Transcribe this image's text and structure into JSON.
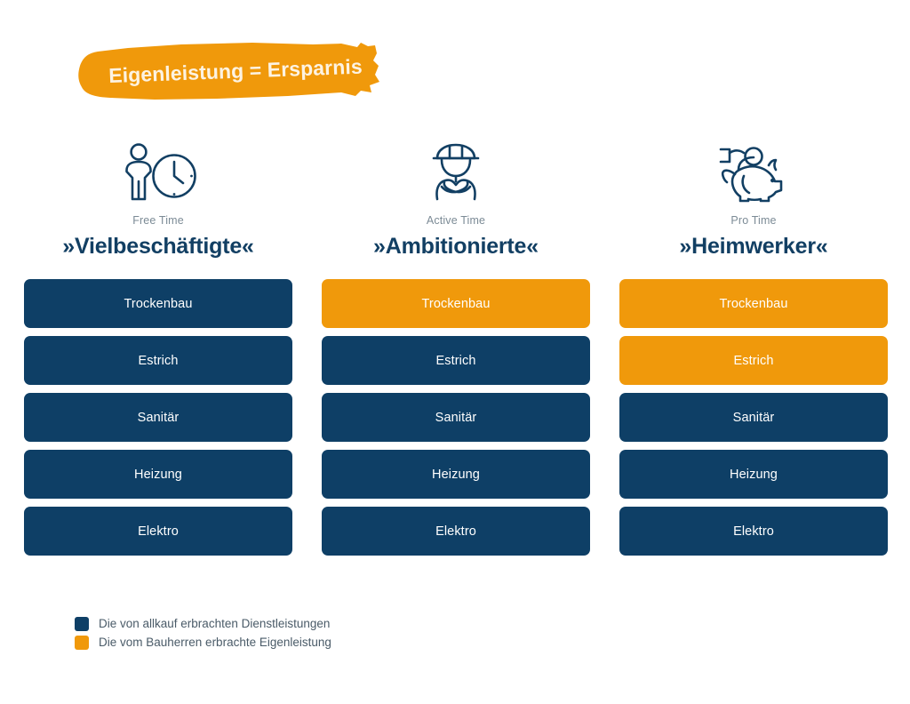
{
  "banner": {
    "text": "Eigenleistung = Ersparnis",
    "background_color": "#f0990b",
    "text_color": "#fdf3e2"
  },
  "colors": {
    "navy": "#0e3f66",
    "orange": "#f0990b",
    "kicker_gray": "#7c8b96",
    "legend_text": "#4a5b68",
    "page_background": "#ffffff"
  },
  "columns": [
    {
      "icon": "person-with-clock-icon",
      "kicker": "Free Time",
      "headline": "»Vielbeschäftigte«",
      "bars": [
        {
          "label": "Trockenbau",
          "type": "navy"
        },
        {
          "label": "Estrich",
          "type": "navy"
        },
        {
          "label": "Sanitär",
          "type": "navy"
        },
        {
          "label": "Heizung",
          "type": "navy"
        },
        {
          "label": "Elektro",
          "type": "navy"
        }
      ]
    },
    {
      "icon": "worker-hardhat-crossed-arms-icon",
      "kicker": "Active Time",
      "headline": "»Ambitionierte«",
      "bars": [
        {
          "label": "Trockenbau",
          "type": "orange"
        },
        {
          "label": "Estrich",
          "type": "navy"
        },
        {
          "label": "Sanitär",
          "type": "navy"
        },
        {
          "label": "Heizung",
          "type": "navy"
        },
        {
          "label": "Elektro",
          "type": "navy"
        }
      ]
    },
    {
      "icon": "piggy-bank-with-coin-icon",
      "kicker": "Pro Time",
      "headline": "»Heimwerker«",
      "bars": [
        {
          "label": "Trockenbau",
          "type": "orange"
        },
        {
          "label": "Estrich",
          "type": "orange"
        },
        {
          "label": "Sanitär",
          "type": "navy"
        },
        {
          "label": "Heizung",
          "type": "navy"
        },
        {
          "label": "Elektro",
          "type": "navy"
        }
      ]
    }
  ],
  "legend": [
    {
      "swatch": "navy",
      "label": "Die von allkauf erbrachten Dienstleistungen"
    },
    {
      "swatch": "orange",
      "label": "Die vom Bauherren erbrachte Eigenleistung"
    }
  ]
}
